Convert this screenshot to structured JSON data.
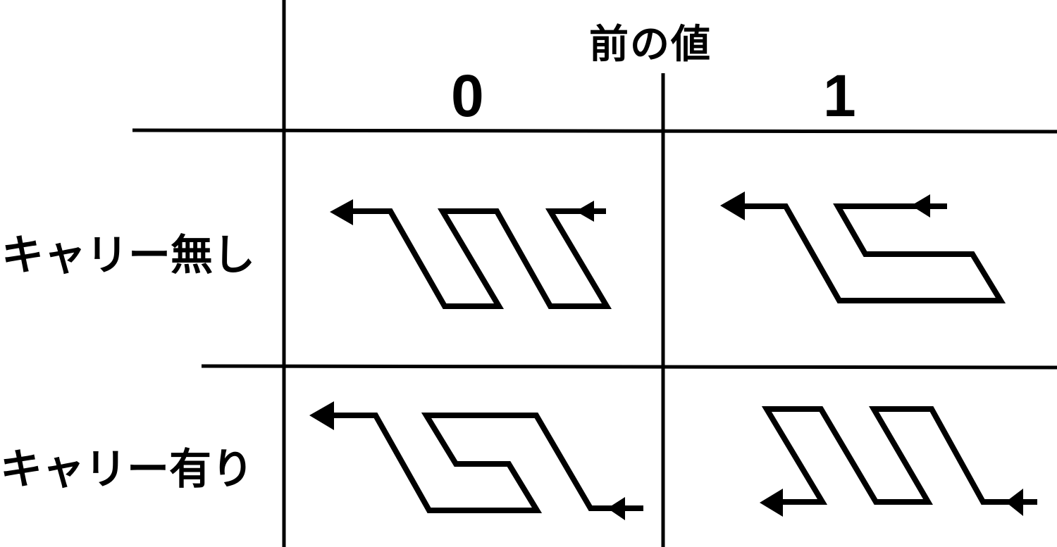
{
  "header": {
    "title": "前の値"
  },
  "columns": [
    {
      "label": "0"
    },
    {
      "label": "1"
    }
  ],
  "rows": [
    {
      "label": "キャリー無し"
    },
    {
      "label": "キャリー有り"
    }
  ],
  "line_color": "#000000",
  "icons": [
    "arrow-left-icon"
  ]
}
